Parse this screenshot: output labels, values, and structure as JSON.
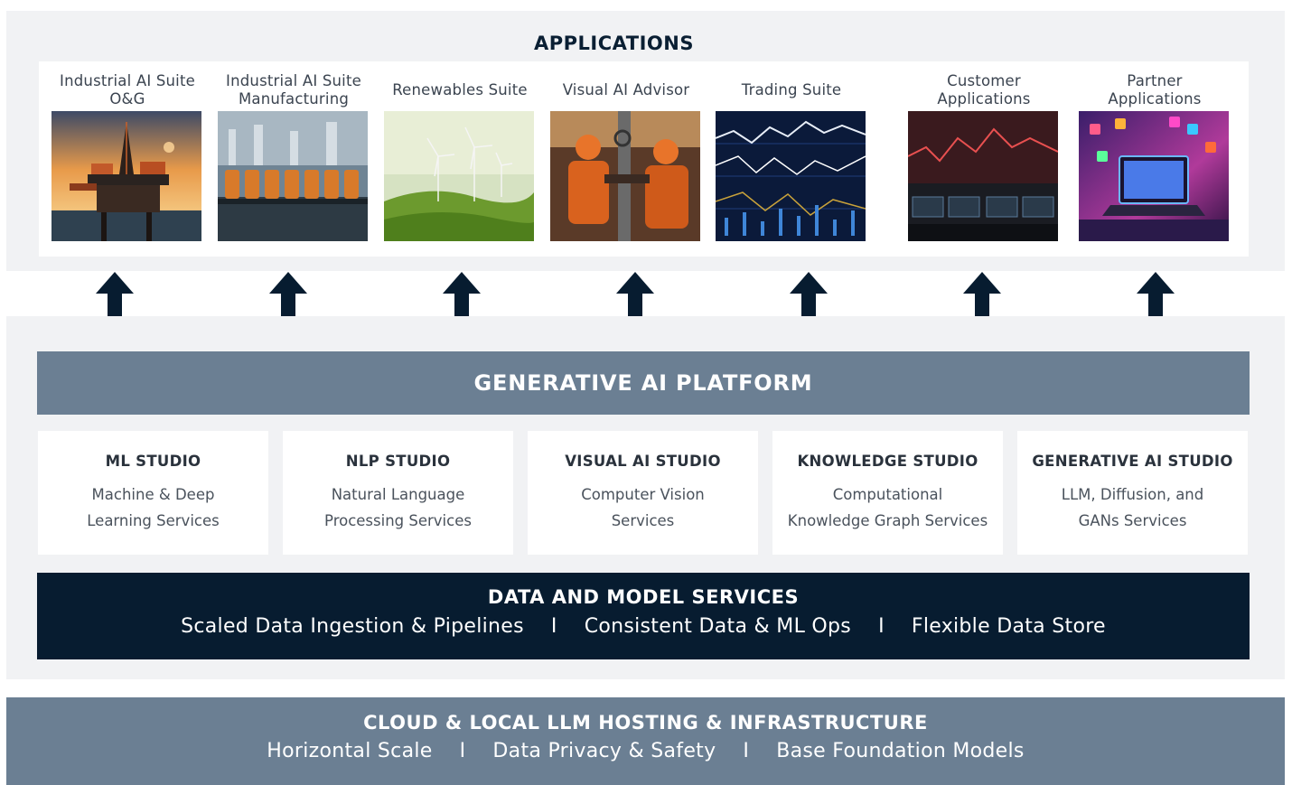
{
  "applications": {
    "title": "APPLICATIONS",
    "items": [
      {
        "label": "Industrial AI Suite\nO&G",
        "image": "offshore-oil-rig-image"
      },
      {
        "label": "Industrial AI Suite\nManufacturing",
        "image": "manufacturing-bottles-image"
      },
      {
        "label": "Renewables Suite",
        "image": "wind-turbines-image"
      },
      {
        "label": "Visual AI Advisor",
        "image": "field-workers-image"
      },
      {
        "label": "Trading Suite",
        "image": "trading-charts-image"
      },
      {
        "label": "Customer\nApplications",
        "image": "trading-floor-screens-image"
      },
      {
        "label": "Partner\nApplications",
        "image": "laptop-app-icons-image"
      }
    ]
  },
  "arrow_icon": "arrow-up-icon",
  "platform": {
    "title": "GENERATIVE AI PLATFORM",
    "studios": [
      {
        "title": "ML STUDIO",
        "desc": "Machine & Deep\nLearning Services"
      },
      {
        "title": "NLP STUDIO",
        "desc": "Natural Language\nProcessing Services"
      },
      {
        "title": "VISUAL AI STUDIO",
        "desc": "Computer Vision\nServices"
      },
      {
        "title": "KNOWLEDGE STUDIO",
        "desc": "Computational\nKnowledge Graph Services"
      },
      {
        "title": "GENERATIVE AI STUDIO",
        "desc": "LLM, Diffusion, and\nGANs Services"
      }
    ]
  },
  "data_services": {
    "title": "DATA AND MODEL SERVICES",
    "items": [
      "Scaled Data Ingestion & Pipelines",
      "Consistent Data & ML Ops",
      "Flexible Data Store"
    ],
    "separator": "I"
  },
  "infrastructure": {
    "title": "CLOUD & LOCAL LLM HOSTING & INFRASTRUCTURE",
    "items": [
      "Horizontal Scale",
      "Data Privacy & Safety",
      "Base Foundation Models"
    ],
    "separator": "I"
  },
  "colors": {
    "band_bg": "#f1f2f4",
    "slate": "#6b7f93",
    "navy": "#071c30",
    "arrow": "#071c30"
  }
}
